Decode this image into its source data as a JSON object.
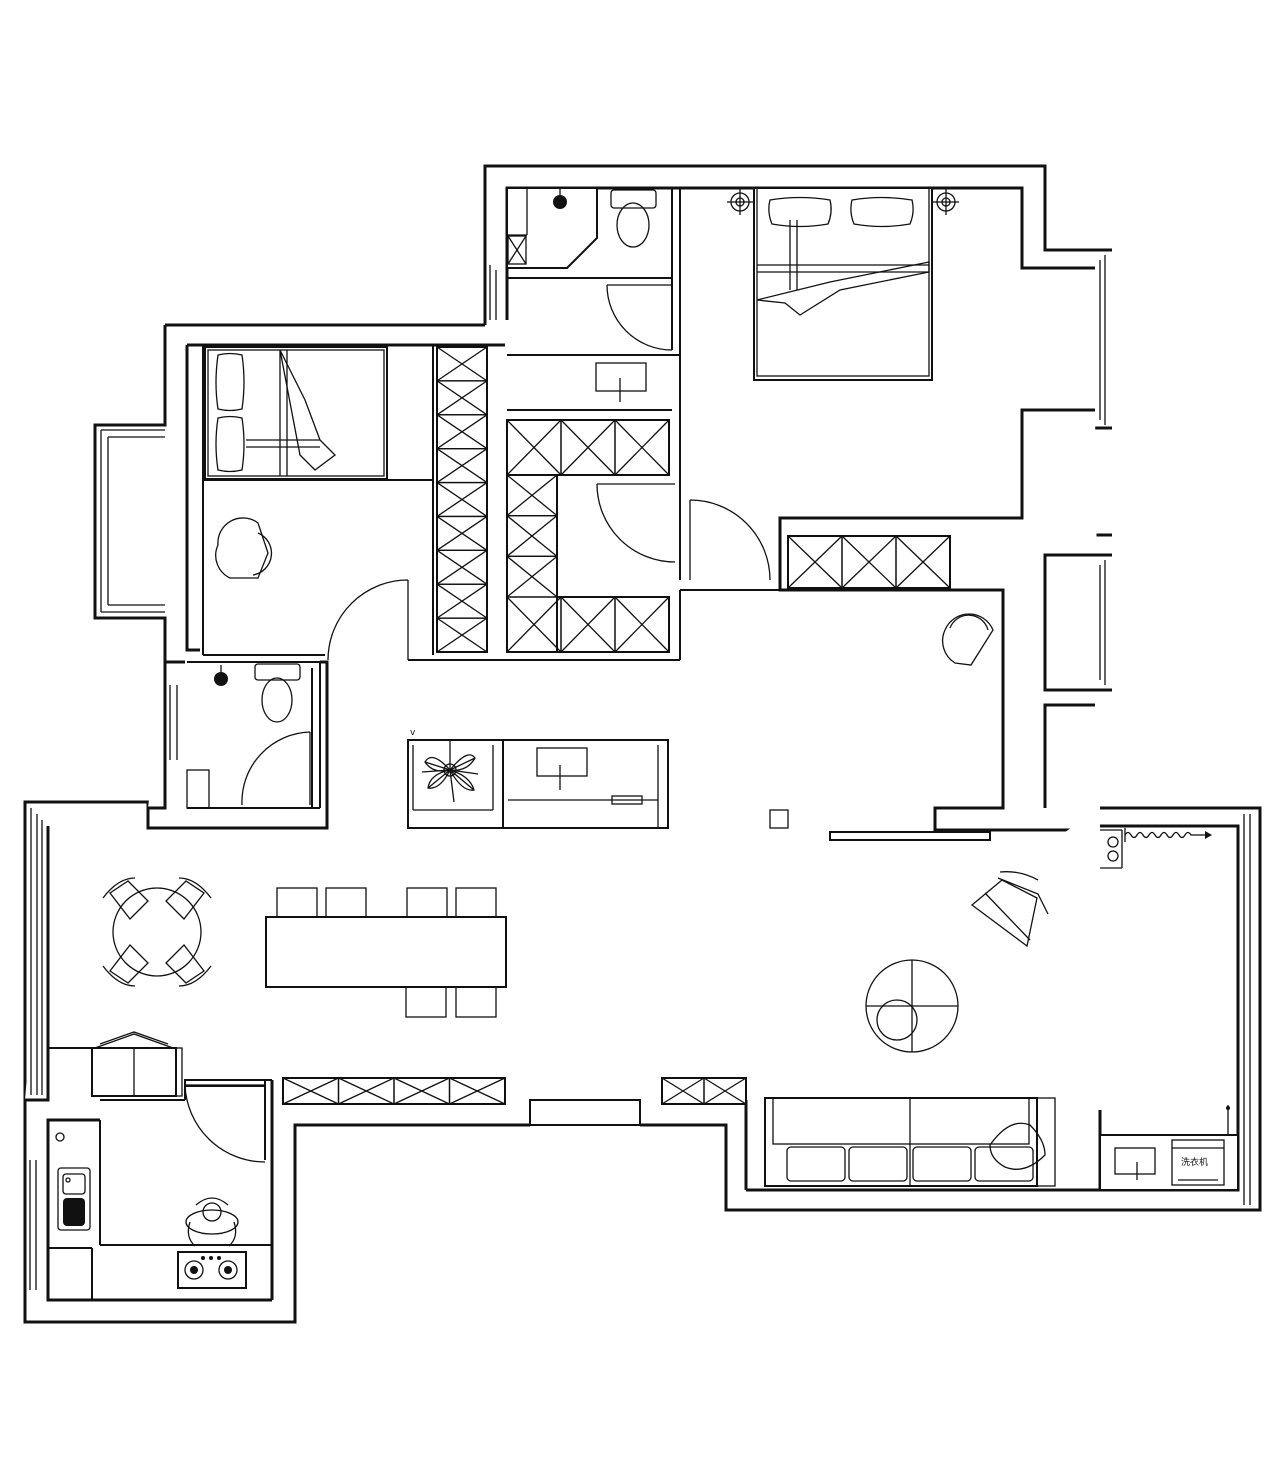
{
  "plan": {
    "type": "residential-floor-plan",
    "line_color": "#111111",
    "background": "#ffffff",
    "labels": {
      "washer_label": "洗衣机"
    },
    "rooms": [
      "master-bedroom",
      "second-bedroom",
      "master-bathroom",
      "guest-bathroom",
      "walk-in-wardrobe",
      "living-room",
      "dining-area",
      "kitchen",
      "entrance-hall"
    ],
    "furniture": [
      "double-bed",
      "double-bed",
      "toilet",
      "toilet",
      "sofa",
      "dining-table",
      "round-table",
      "lounge-chair",
      "round-coffee-table",
      "gas-stove",
      "kitchen-sink",
      "wash-basin",
      "wash-basin",
      "potted-plant",
      "washing-machine"
    ]
  }
}
